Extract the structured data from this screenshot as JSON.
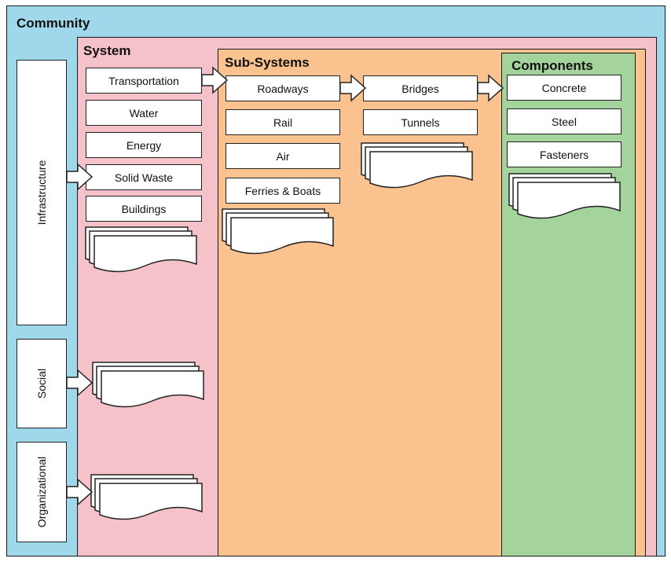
{
  "community": {
    "title": "Community"
  },
  "system": {
    "title": "System",
    "items": [
      "Transportation",
      "Water",
      "Energy",
      "Solid Waste",
      "Buildings"
    ]
  },
  "subsystems": {
    "title": "Sub-Systems",
    "column1": [
      "Roadways",
      "Rail",
      "Air",
      "Ferries & Boats"
    ],
    "column2": [
      "Bridges",
      "Tunnels"
    ]
  },
  "components": {
    "title": "Components",
    "items": [
      "Concrete",
      "Steel",
      "Fasteners"
    ]
  },
  "categories": {
    "infrastructure": "Infrastructure",
    "social": "Social",
    "organizational": "Organizational"
  },
  "colors": {
    "community": "#9fd8ea",
    "system": "#f4c2c8",
    "subsystems": "#f9c28f",
    "components": "#a4d39c"
  }
}
